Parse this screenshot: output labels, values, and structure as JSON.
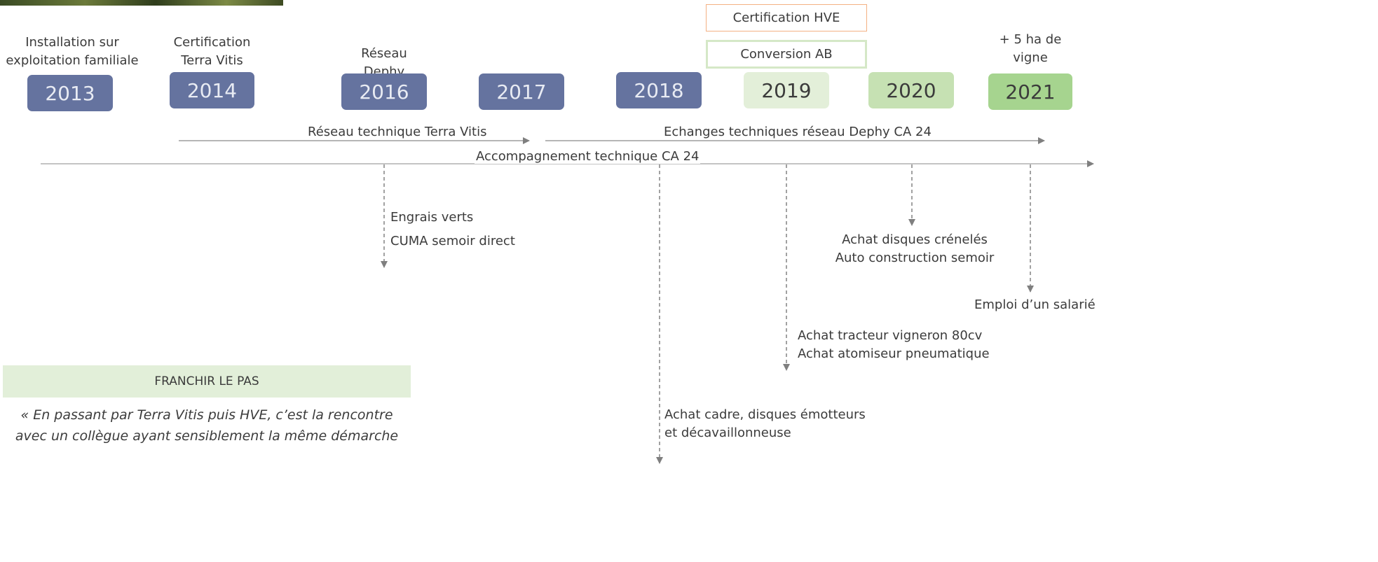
{
  "timeline": {
    "years": [
      {
        "label": "2013",
        "style": "blue"
      },
      {
        "label": "2014",
        "style": "blue"
      },
      {
        "label": "2016",
        "style": "blue"
      },
      {
        "label": "2017",
        "style": "blue"
      },
      {
        "label": "2018",
        "style": "blue"
      },
      {
        "label": "2019",
        "style": "pale"
      },
      {
        "label": "2020",
        "style": "mid"
      },
      {
        "label": "2021",
        "style": "green"
      }
    ],
    "top_labels": {
      "y2013": "Installation sur\nexploitation familiale",
      "y2014": "Certification\nTerra Vitis",
      "y2016": "Réseau Dephy",
      "y2021": "+ 5 ha de\nvigne"
    },
    "boxes": {
      "hve": "Certification HVE",
      "ab": "Conversion AB"
    },
    "lines": {
      "terra_vitis": "Réseau technique Terra Vitis",
      "dephy": "Echanges techniques réseau Dephy CA 24",
      "ca24": "Accompagnement technique CA 24"
    },
    "events": {
      "e2016": "Engrais verts\nCUMA semoir direct",
      "e2020": "Achat disques crénelés\nAuto construction semoir",
      "e2021": "Emploi d’un salarié",
      "e2019": "Achat tracteur vigneron 80cv\nAchat atomiseur pneumatique",
      "e2018": "Achat cadre, disques émotteurs\net décavaillonneuse"
    }
  },
  "panel": {
    "title": "FRANCHIR LE PAS",
    "quote": "« En passant par Terra Vitis puis HVE, c’est la rencontre\navec un collègue ayant sensiblement la même démarche"
  },
  "colors": {
    "year_blue": "#65739f",
    "year_pale": "#e3efd9",
    "year_mid": "#c6e1b3",
    "year_green": "#a6d48f",
    "hve_border": "#f4b183",
    "ab_border": "#d5e8c7",
    "panel_head": "#e2efd9"
  }
}
